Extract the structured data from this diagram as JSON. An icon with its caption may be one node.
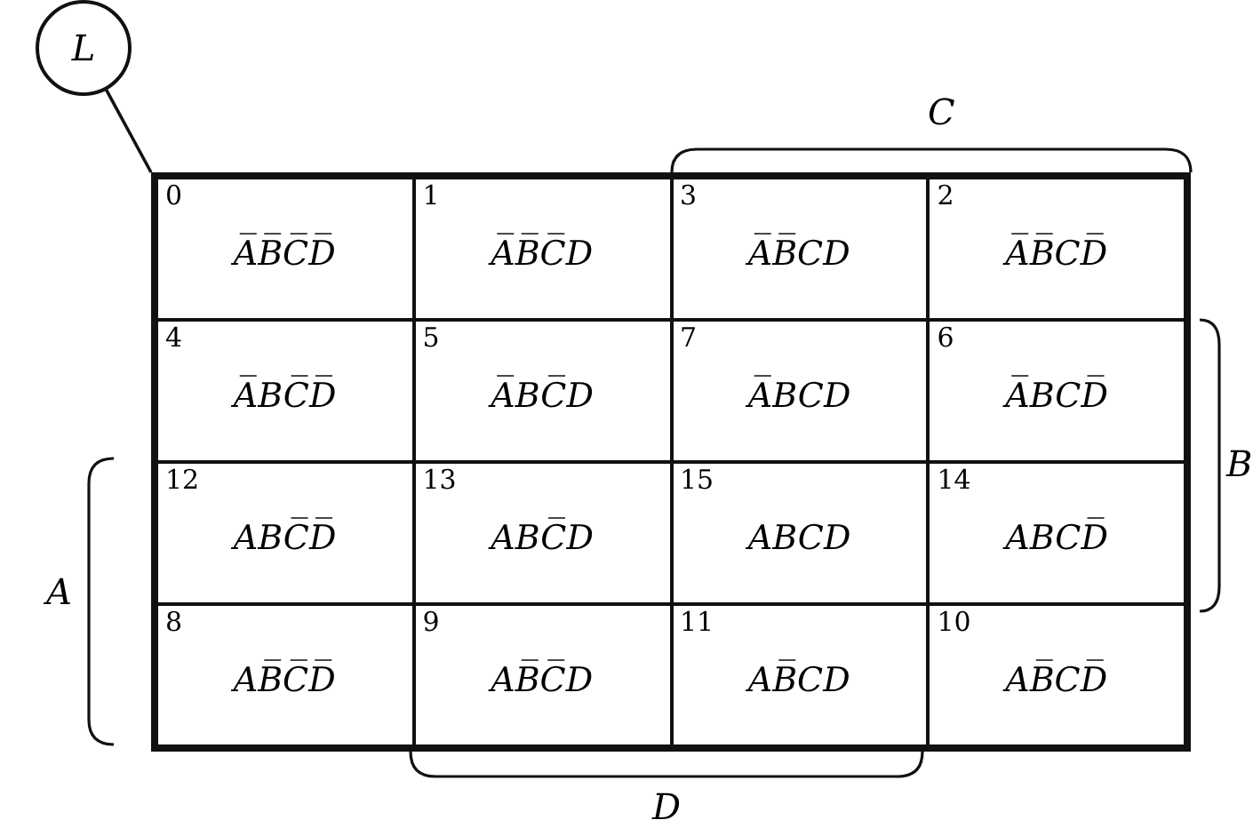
{
  "diagram": {
    "nodes": [
      {
        "text": [
          "L"
        ]
      },
      {
        "text": [],
        "shape": "box"
      }
    ],
    "edges": [
      {
        "from": 0,
        "to": 1,
        "arrow": "none"
      }
    ],
    "labels": [
      "C",
      "0",
      "A̅B̅C̅D̅",
      "1",
      "A̅B̅C̅D",
      "3",
      "A̅B̅CD",
      "2",
      "A̅B̅CD̅",
      "4",
      "A̅BC̅D̅",
      "5",
      "A̅BC̅D",
      "7",
      "A̅BCD",
      "6",
      "A̅BCD̅",
      "12",
      "ABC̅D̅",
      "13",
      "ABC̅D",
      "15",
      "ABCD",
      "14",
      "ABCD̅",
      "8",
      "AB̅C̅D̅",
      "9",
      "AB̅C̅D",
      "11",
      "AB̅CD",
      "10",
      "AB̅CD̅",
      "B",
      "A",
      "D"
    ]
  }
}
